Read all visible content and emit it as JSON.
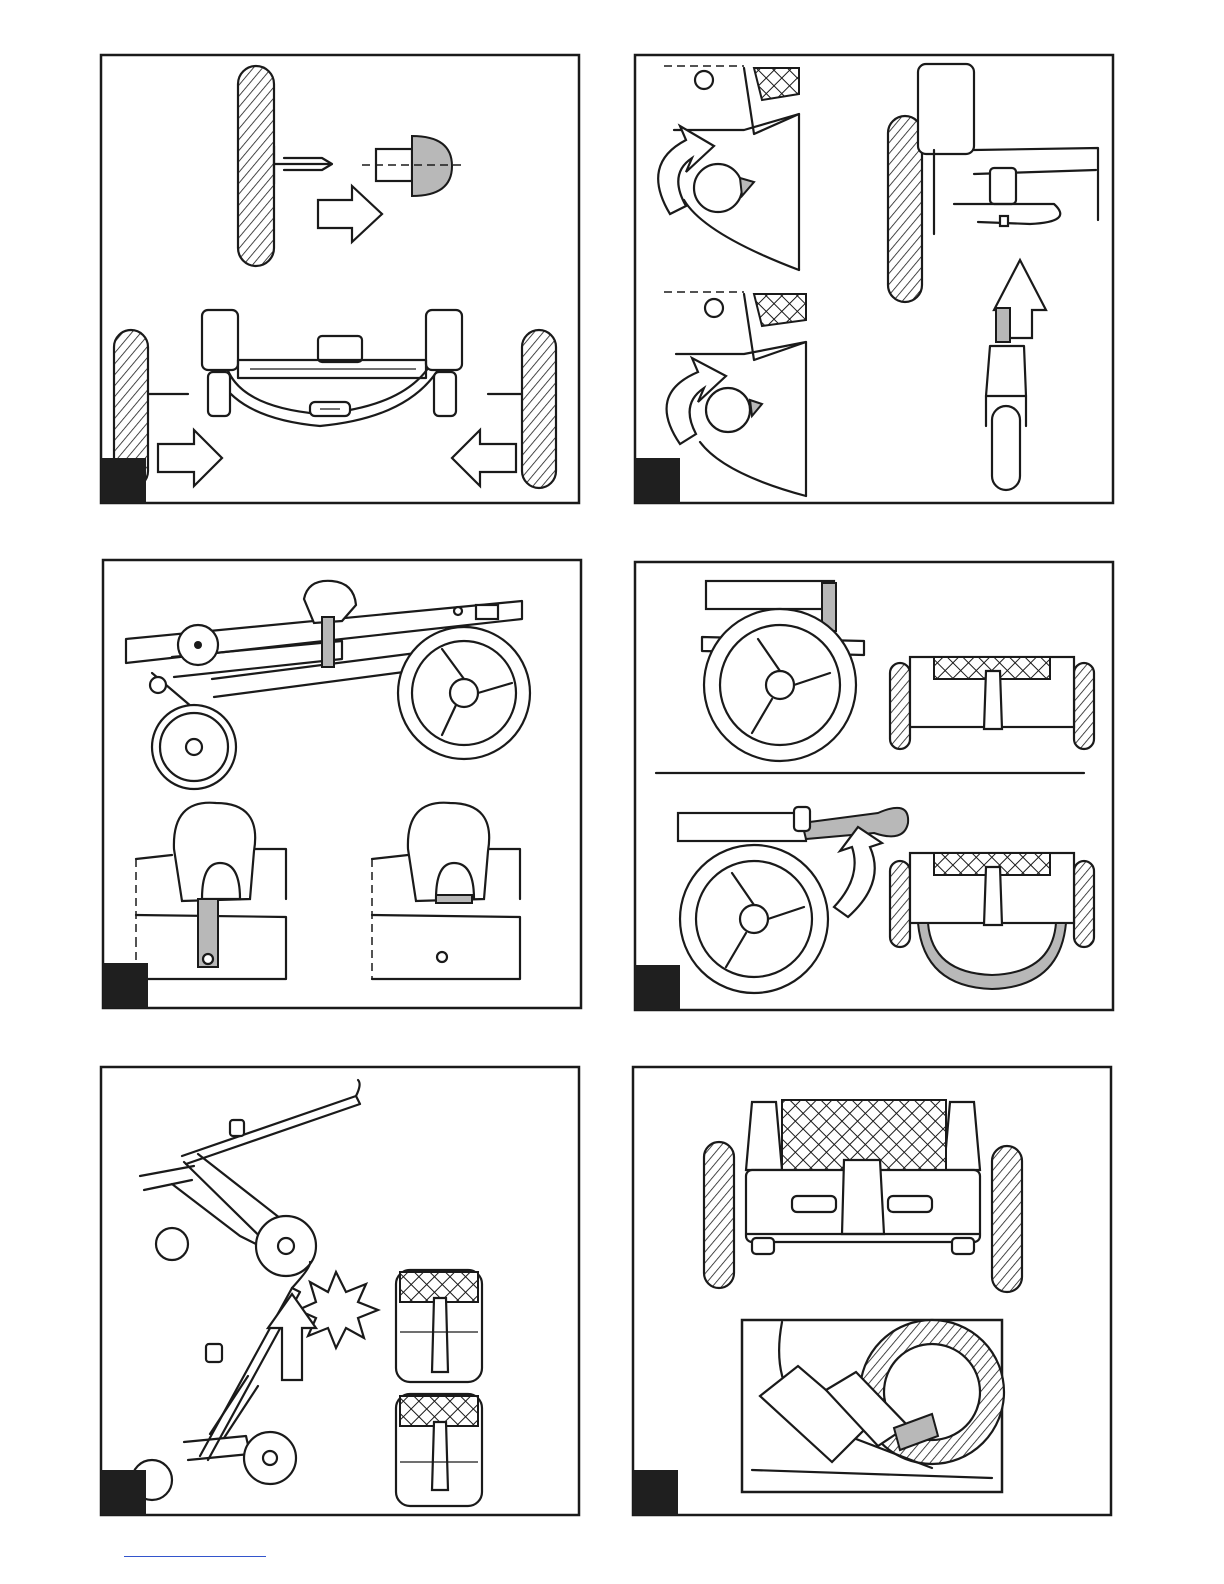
{
  "page": {
    "panels": [
      {
        "id": "panel-rear-wheel-fitting",
        "step_badge": ""
      },
      {
        "id": "panel-front-wheel-fitting",
        "step_badge": ""
      },
      {
        "id": "panel-brake-lever",
        "step_badge": ""
      },
      {
        "id": "panel-bumper-bar",
        "step_badge": ""
      },
      {
        "id": "panel-fold-unfold",
        "step_badge": ""
      },
      {
        "id": "panel-footrest-brake",
        "step_badge": ""
      }
    ]
  },
  "colors": {
    "line": "#1a1a1a",
    "highlight_gray": "#b8b8b8",
    "badge": "#1f1f1f",
    "footer_rule": "#3355cc"
  },
  "icons": [
    "outline-arrow-icon",
    "rotate-arrow-icon",
    "curved-up-arrow-icon",
    "click-burst-icon"
  ]
}
